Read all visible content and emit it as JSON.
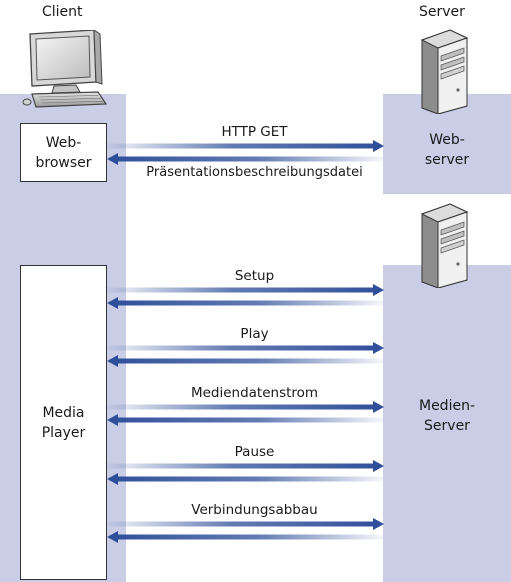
{
  "labels": {
    "client": "Client",
    "server": "Server",
    "webbrowser": "Web-\nbrowser",
    "webserver": "Web-\nserver",
    "mediaplayer": "Media\nPlayer",
    "medienserver": "Medien-\nServer"
  },
  "messages": {
    "http_get": "HTTP GET",
    "praesentation": "Präsentationsbeschreibungsdatei",
    "setup": "Setup",
    "play": "Play",
    "mediendatenstrom": "Mediendatenstrom",
    "pause": "Pause",
    "verbindungsabbau": "Verbindungsabbau"
  },
  "colors": {
    "panel": "#c9cde6",
    "arrow": "#2f4f9a"
  },
  "icons": {
    "client": "computer-icon",
    "server": "server-tower-icon"
  }
}
